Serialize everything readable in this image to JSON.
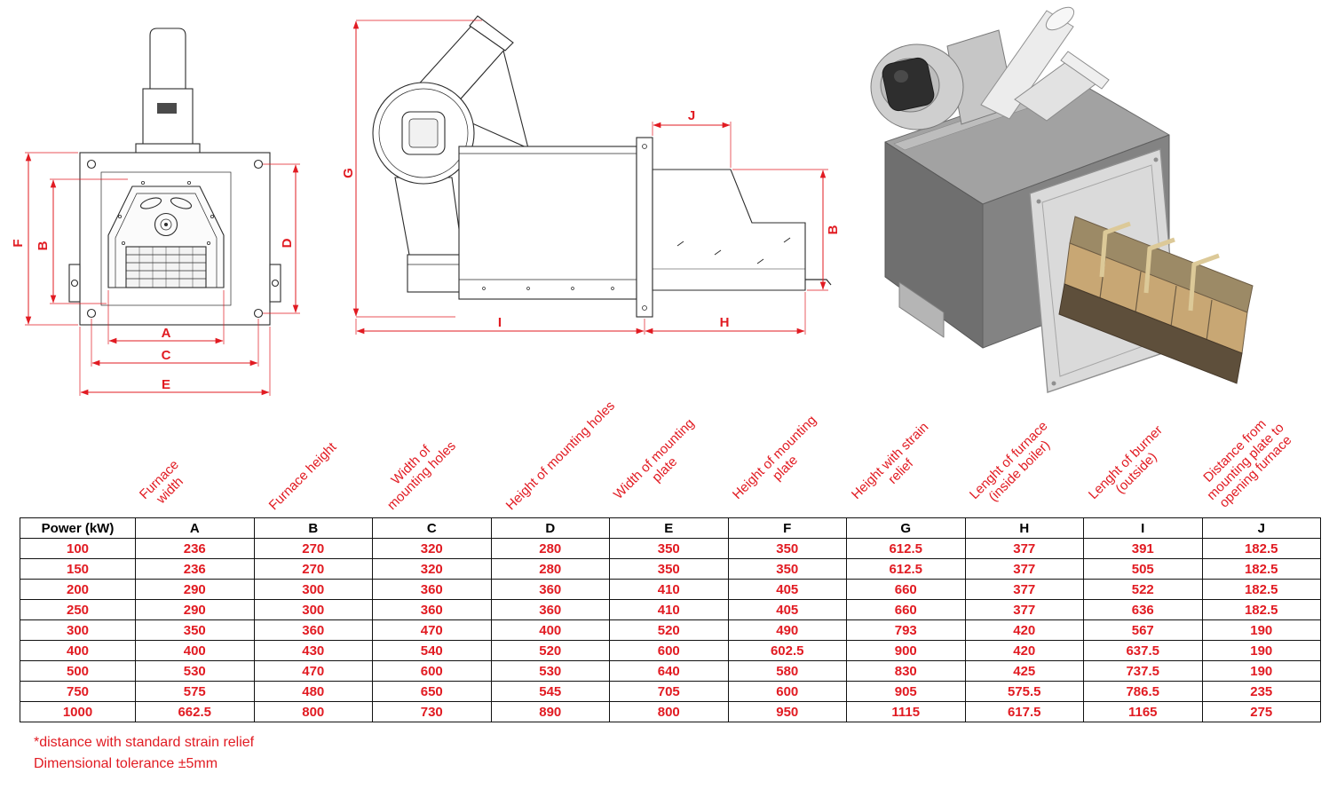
{
  "colors": {
    "accent_red": "#e11b22",
    "line_dark": "#2b2b2b",
    "table_border": "#111111"
  },
  "front_view": {
    "name": "Furnace front view technical drawing",
    "dim_labels": {
      "F": "F",
      "B": "B",
      "D": "D",
      "A": "A",
      "C": "C",
      "E": "E"
    }
  },
  "side_view": {
    "name": "Burner side view technical drawing",
    "dim_labels": {
      "G": "G",
      "J": "J",
      "B": "B",
      "I": "I",
      "H": "H"
    }
  },
  "iso_view": {
    "name": "3D render of pellet burner"
  },
  "column_labels": [
    {
      "column": "A",
      "lines": [
        "Furnace",
        "width"
      ]
    },
    {
      "column": "B",
      "lines": [
        "Furnace height"
      ]
    },
    {
      "column": "C",
      "lines": [
        "Width of",
        "mounting holes"
      ]
    },
    {
      "column": "D",
      "lines": [
        "Height of mounting holes"
      ]
    },
    {
      "column": "E",
      "lines": [
        "Width of mounting",
        "plate"
      ]
    },
    {
      "column": "F",
      "lines": [
        "Height of mounting",
        "plate"
      ]
    },
    {
      "column": "G",
      "lines": [
        "Height with strain",
        "relief"
      ]
    },
    {
      "column": "H",
      "lines": [
        "Lenght of furnace",
        "(inside boiler)"
      ]
    },
    {
      "column": "I",
      "lines": [
        "Lenght of burner",
        "(outside)"
      ]
    },
    {
      "column": "J",
      "lines": [
        "Distance from",
        "mounting plate to",
        "opening furnace"
      ]
    }
  ],
  "table": {
    "headers": [
      "Power (kW)",
      "A",
      "B",
      "C",
      "D",
      "E",
      "F",
      "G",
      "H",
      "I",
      "J"
    ],
    "rows": [
      [
        "100",
        "236",
        "270",
        "320",
        "280",
        "350",
        "350",
        "612.5",
        "377",
        "391",
        "182.5"
      ],
      [
        "150",
        "236",
        "270",
        "320",
        "280",
        "350",
        "350",
        "612.5",
        "377",
        "505",
        "182.5"
      ],
      [
        "200",
        "290",
        "300",
        "360",
        "360",
        "410",
        "405",
        "660",
        "377",
        "522",
        "182.5"
      ],
      [
        "250",
        "290",
        "300",
        "360",
        "360",
        "410",
        "405",
        "660",
        "377",
        "636",
        "182.5"
      ],
      [
        "300",
        "350",
        "360",
        "470",
        "400",
        "520",
        "490",
        "793",
        "420",
        "567",
        "190"
      ],
      [
        "400",
        "400",
        "430",
        "540",
        "520",
        "600",
        "602.5",
        "900",
        "420",
        "637.5",
        "190"
      ],
      [
        "500",
        "530",
        "470",
        "600",
        "530",
        "640",
        "580",
        "830",
        "425",
        "737.5",
        "190"
      ],
      [
        "750",
        "575",
        "480",
        "650",
        "545",
        "705",
        "600",
        "905",
        "575.5",
        "786.5",
        "235"
      ],
      [
        "1000",
        "662.5",
        "800",
        "730",
        "890",
        "800",
        "950",
        "1115",
        "617.5",
        "1165",
        "275"
      ]
    ]
  },
  "notes": [
    "*distance with standard strain relief",
    "Dimensional tolerance ±5mm"
  ]
}
